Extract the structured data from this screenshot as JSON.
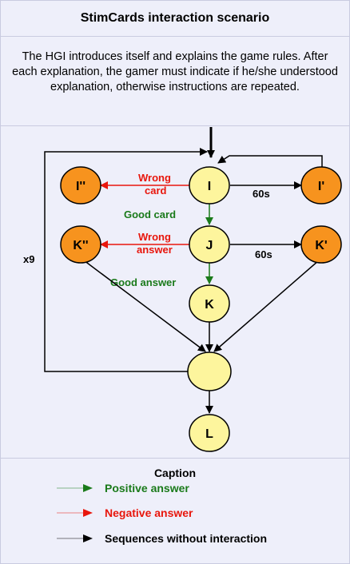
{
  "title": "StimCards interaction scenario",
  "intro_text": "The HGI introduces itself and explains the game rules. After each explanation, the gamer must indicate if he/she understood explanation, otherwise instructions are repeated.",
  "colors": {
    "node_yellow": "#fdf59d",
    "node_orange": "#f7931e",
    "positive": "#1a7a1a",
    "negative": "#e8160c",
    "neutral": "#000000"
  },
  "nodes": {
    "I": "I",
    "I_prime": "I'",
    "I_double_prime": "I''",
    "J": "J",
    "K": "K",
    "K_prime": "K'",
    "K_double_prime": "K''",
    "merge": "",
    "L": "L"
  },
  "edge_labels": {
    "wrong_card": [
      "Wrong",
      "card"
    ],
    "good_card": "Good card",
    "wrong_answer": [
      "Wrong",
      "answer"
    ],
    "good_answer": "Good answer",
    "timeout_top": "60s",
    "timeout_mid": "60s",
    "loop": "x9"
  },
  "caption": {
    "title": "Caption",
    "items": [
      {
        "label": "Positive answer",
        "color": "#1a7a1a"
      },
      {
        "label": "Negative answer",
        "color": "#e8160c"
      },
      {
        "label": "Sequences without interaction",
        "color": "#000000"
      }
    ]
  }
}
